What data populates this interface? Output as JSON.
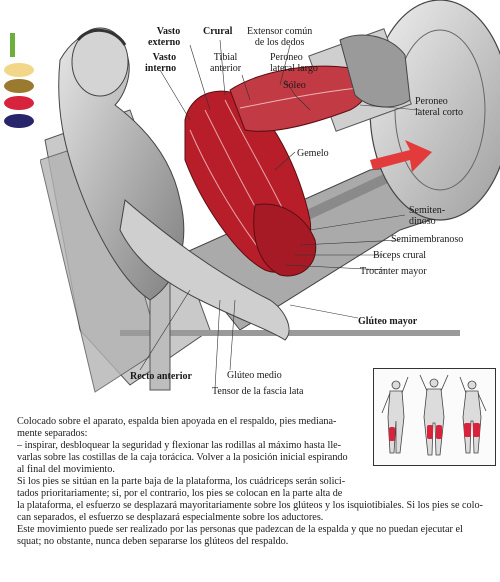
{
  "colors": {
    "tab": "#6dae3c",
    "swatches": [
      "#f2d788",
      "#9a7a2e",
      "#d7233b",
      "#28256b"
    ],
    "muscle_red": "#b81e2a",
    "arrow_red": "#e33b3b"
  },
  "labels": {
    "vasto_externo_1": "Vasto",
    "vasto_externo_2": "externo",
    "vasto_interno_1": "Vasto",
    "vasto_interno_2": "interno",
    "crural": "Crural",
    "tibial_anterior_1": "Tibial",
    "tibial_anterior_2": "anterior",
    "extensor_1": "Extensor común",
    "extensor_2": "de los dedos",
    "peroneo_largo_1": "Peroneo",
    "peroneo_largo_2": "lateral largo",
    "soleo": "Sóleo",
    "peroneo_corto_1": "Peroneo",
    "peroneo_corto_2": "lateral corto",
    "gemelo": "Gemelo",
    "semitendinoso_1": "Semiten-",
    "semitendinoso_2": "dinoso",
    "semimembranoso": "Semimembranoso",
    "biceps_crural": "Bíceps crural",
    "trocanter": "Trocánter mayor",
    "gluteo_mayor": "Glúteo mayor",
    "recto_anterior": "Recto anterior",
    "gluteo_medio": "Glúteo medio",
    "tensor": "Tensor de la fascia lata"
  },
  "body": {
    "p1a": "Colocado sobre el aparato, espalda bien apoyada en el respaldo, pies mediana-",
    "p1b": "mente separados:",
    "p2a": "– inspirar, desbloquear la seguridad y flexionar las rodillas al máximo hasta lle-",
    "p2b": "varlas sobre las costillas de la caja torácica. Volver a la posición inicial espirando",
    "p2c": "al final del movimiento.",
    "p3a": "Si los pies se sitúan en la parte baja de la plataforma, los cuádriceps serán solici-",
    "p3b": "tados prioritariamente; si, por el contrario, los pies se colocan en la parte alta de",
    "p3c": "la plataforma, el esfuerzo se desplazará mayoritariamente sobre los glúteos y los isquiotibiales. Si los pies se colo-",
    "p3d": "can separados, el esfuerzo se desplazará especialmente sobre los aductores.",
    "p4a": "Este movimiento puede ser realizado por las personas que padezcan de la espalda y que no puedan ejecutar el",
    "p4b": "squat; no obstante, nunca deben separarse los glúteos del respaldo."
  }
}
